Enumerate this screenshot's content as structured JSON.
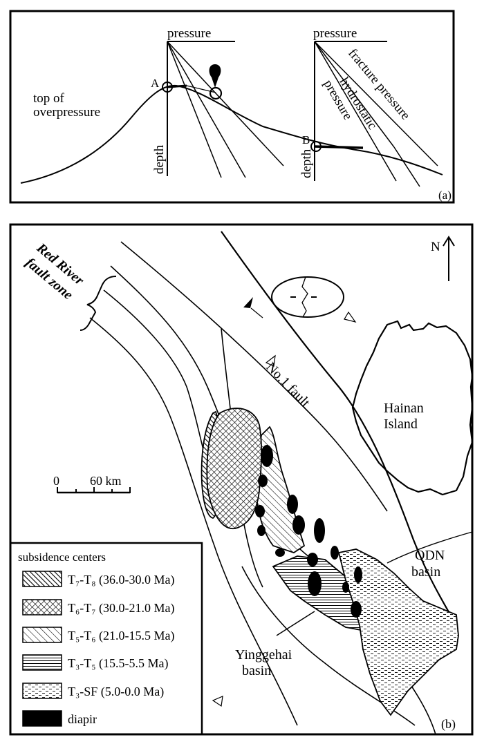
{
  "panel_a": {
    "pressure_label_left": "pressure",
    "pressure_label_right": "pressure",
    "top_of_overpressure_line1": "top of",
    "top_of_overpressure_line2": "overpressure",
    "point_a": "A",
    "point_b": "B",
    "depth_left": "depth",
    "depth_right": "depth",
    "fracture_pressure": "fracture pressure",
    "hydrostatic": "hydrostatic",
    "pressure_curve": "pressure",
    "panel_letter": "(a)"
  },
  "panel_b": {
    "red_river_line1": "Red River",
    "red_river_line2": "fault zone",
    "north": "N",
    "no1_fault": "No.1 fault",
    "hainan_line1": "Hainan",
    "hainan_line2": "Island",
    "scale_zero": "0",
    "scale_value": "60 km",
    "qdn_line1": "QDN",
    "qdn_line2": "basin",
    "yinggehai_line1": "Yinggehai",
    "yinggehai_line2": "basin",
    "panel_letter": "(b)"
  },
  "legend": {
    "title": "subsidence centers",
    "items": [
      {
        "label": "T₇-T₈ (36.0-30.0 Ma)",
        "pattern": "hatch-dense"
      },
      {
        "label": "T₆-T₇ (30.0-21.0 Ma)",
        "pattern": "crosshatch"
      },
      {
        "label": "T₅-T₆ (21.0-15.5 Ma)",
        "pattern": "hatch"
      },
      {
        "label": "T₃-T₅ (15.5-5.5 Ma)",
        "pattern": "horizontal"
      },
      {
        "label": "T₃-SF (5.0-0.0 Ma)",
        "pattern": "dashes"
      },
      {
        "label": "diapir",
        "pattern": "solid"
      }
    ]
  }
}
